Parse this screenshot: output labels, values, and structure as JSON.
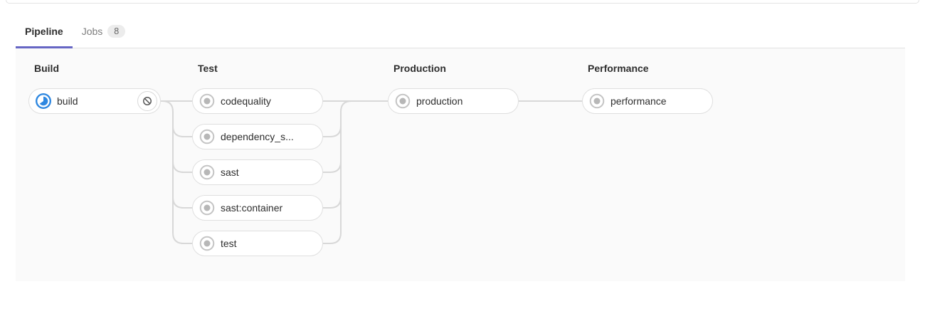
{
  "tabs": {
    "pipeline": {
      "label": "Pipeline"
    },
    "jobs": {
      "label": "Jobs",
      "count": "8"
    }
  },
  "pipeline_graph": {
    "stages": [
      {
        "name": "Build",
        "jobs": [
          {
            "name": "build",
            "status": "running",
            "action": "cancel"
          }
        ]
      },
      {
        "name": "Test",
        "jobs": [
          {
            "name": "codequality",
            "status": "created"
          },
          {
            "name": "dependency_s...",
            "status": "created"
          },
          {
            "name": "sast",
            "status": "created"
          },
          {
            "name": "sast:container",
            "status": "created"
          },
          {
            "name": "test",
            "status": "created"
          }
        ]
      },
      {
        "name": "Production",
        "jobs": [
          {
            "name": "production",
            "status": "created"
          }
        ]
      },
      {
        "name": "Performance",
        "jobs": [
          {
            "name": "performance",
            "status": "created"
          }
        ]
      }
    ]
  },
  "colors": {
    "accent_tab_underline": "#6666c4",
    "running_icon": "#2e87e0",
    "created_icon_ring": "#c4c4c4",
    "created_icon_dot": "#b7b7b7",
    "cancel_glyph": "#5a5a5a",
    "connector_line": "#d8d8d8"
  }
}
